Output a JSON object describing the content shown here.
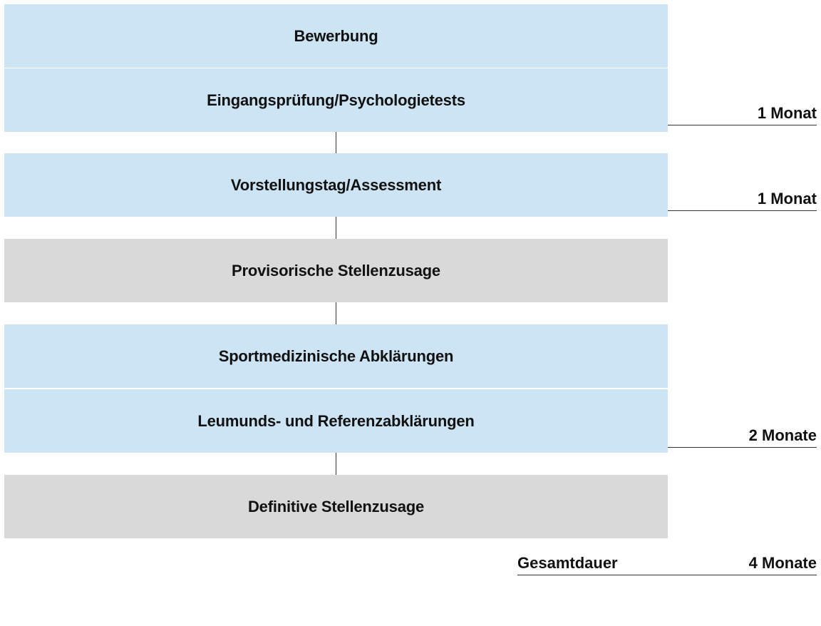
{
  "steps": [
    {
      "label": "Bewerbung"
    },
    {
      "label": "Eingangsprüfung/Psychologietests"
    },
    {
      "label": "Vorstellungstag/Assessment"
    },
    {
      "label": "Provisorische Stellenzusage"
    },
    {
      "label": "Sportmedizinische Abklärungen"
    },
    {
      "label": "Leumunds- und Referenzabklärungen"
    },
    {
      "label": "Definitive Stellenzusage"
    }
  ],
  "durations": [
    {
      "label": "1 Monat"
    },
    {
      "label": "1 Monat"
    },
    {
      "label": "2 Monate"
    }
  ],
  "total": {
    "label": "Gesamtdauer",
    "value": "4 Monate"
  },
  "colors": {
    "phase_box": "#cce4f3",
    "decision_box": "#d9d9d9",
    "line": "#333333"
  }
}
